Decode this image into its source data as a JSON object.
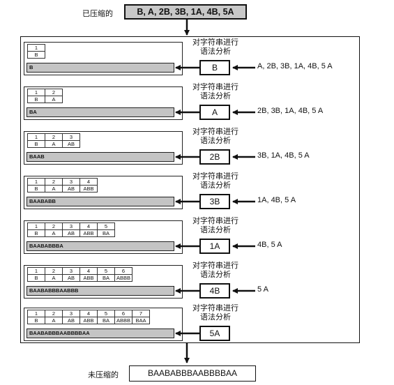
{
  "top": {
    "label": "已压缩的",
    "value": "B, A, 2B, 3B, 1A, 4B, 5A"
  },
  "parse_label_line1": "对字符串进行",
  "parse_label_line2": "语法分析",
  "stages": [
    {
      "table_nums": [
        "1"
      ],
      "table_vals": [
        "B"
      ],
      "output": "B",
      "symbol": "B",
      "remaining": "A, 2B, 3B, 1A, 4B, 5 A"
    },
    {
      "table_nums": [
        "1",
        "2"
      ],
      "table_vals": [
        "B",
        "A"
      ],
      "output": "BA",
      "symbol": "A",
      "remaining": "2B, 3B, 1A, 4B, 5 A"
    },
    {
      "table_nums": [
        "1",
        "2",
        "3"
      ],
      "table_vals": [
        "B",
        "A",
        "AB"
      ],
      "output": "BAAB",
      "symbol": "2B",
      "remaining": "3B, 1A, 4B, 5 A"
    },
    {
      "table_nums": [
        "1",
        "2",
        "3",
        "4"
      ],
      "table_vals": [
        "B",
        "A",
        "AB",
        "ABB"
      ],
      "output": "BAABABB",
      "symbol": "3B",
      "remaining": "1A, 4B, 5 A"
    },
    {
      "table_nums": [
        "1",
        "2",
        "3",
        "4",
        "5"
      ],
      "table_vals": [
        "B",
        "A",
        "AB",
        "ABB",
        "BA"
      ],
      "output": "BAABABBBA",
      "symbol": "1A",
      "remaining": "4B, 5 A"
    },
    {
      "table_nums": [
        "1",
        "2",
        "3",
        "4",
        "5",
        "6"
      ],
      "table_vals": [
        "B",
        "A",
        "AB",
        "ABB",
        "BA",
        "ABBB"
      ],
      "output": "BAABABBBAABBB",
      "symbol": "4B",
      "remaining": "5 A"
    },
    {
      "table_nums": [
        "1",
        "2",
        "3",
        "4",
        "5",
        "6",
        "7"
      ],
      "table_vals": [
        "B",
        "A",
        "AB",
        "ABB",
        "BA",
        "ABBB",
        "BAA"
      ],
      "output": "BAABABBBAABBBBAA",
      "symbol": "5A",
      "remaining": ""
    }
  ],
  "bottom": {
    "label": "未压缩的",
    "value": "BAABABBBAABBBBAA"
  }
}
